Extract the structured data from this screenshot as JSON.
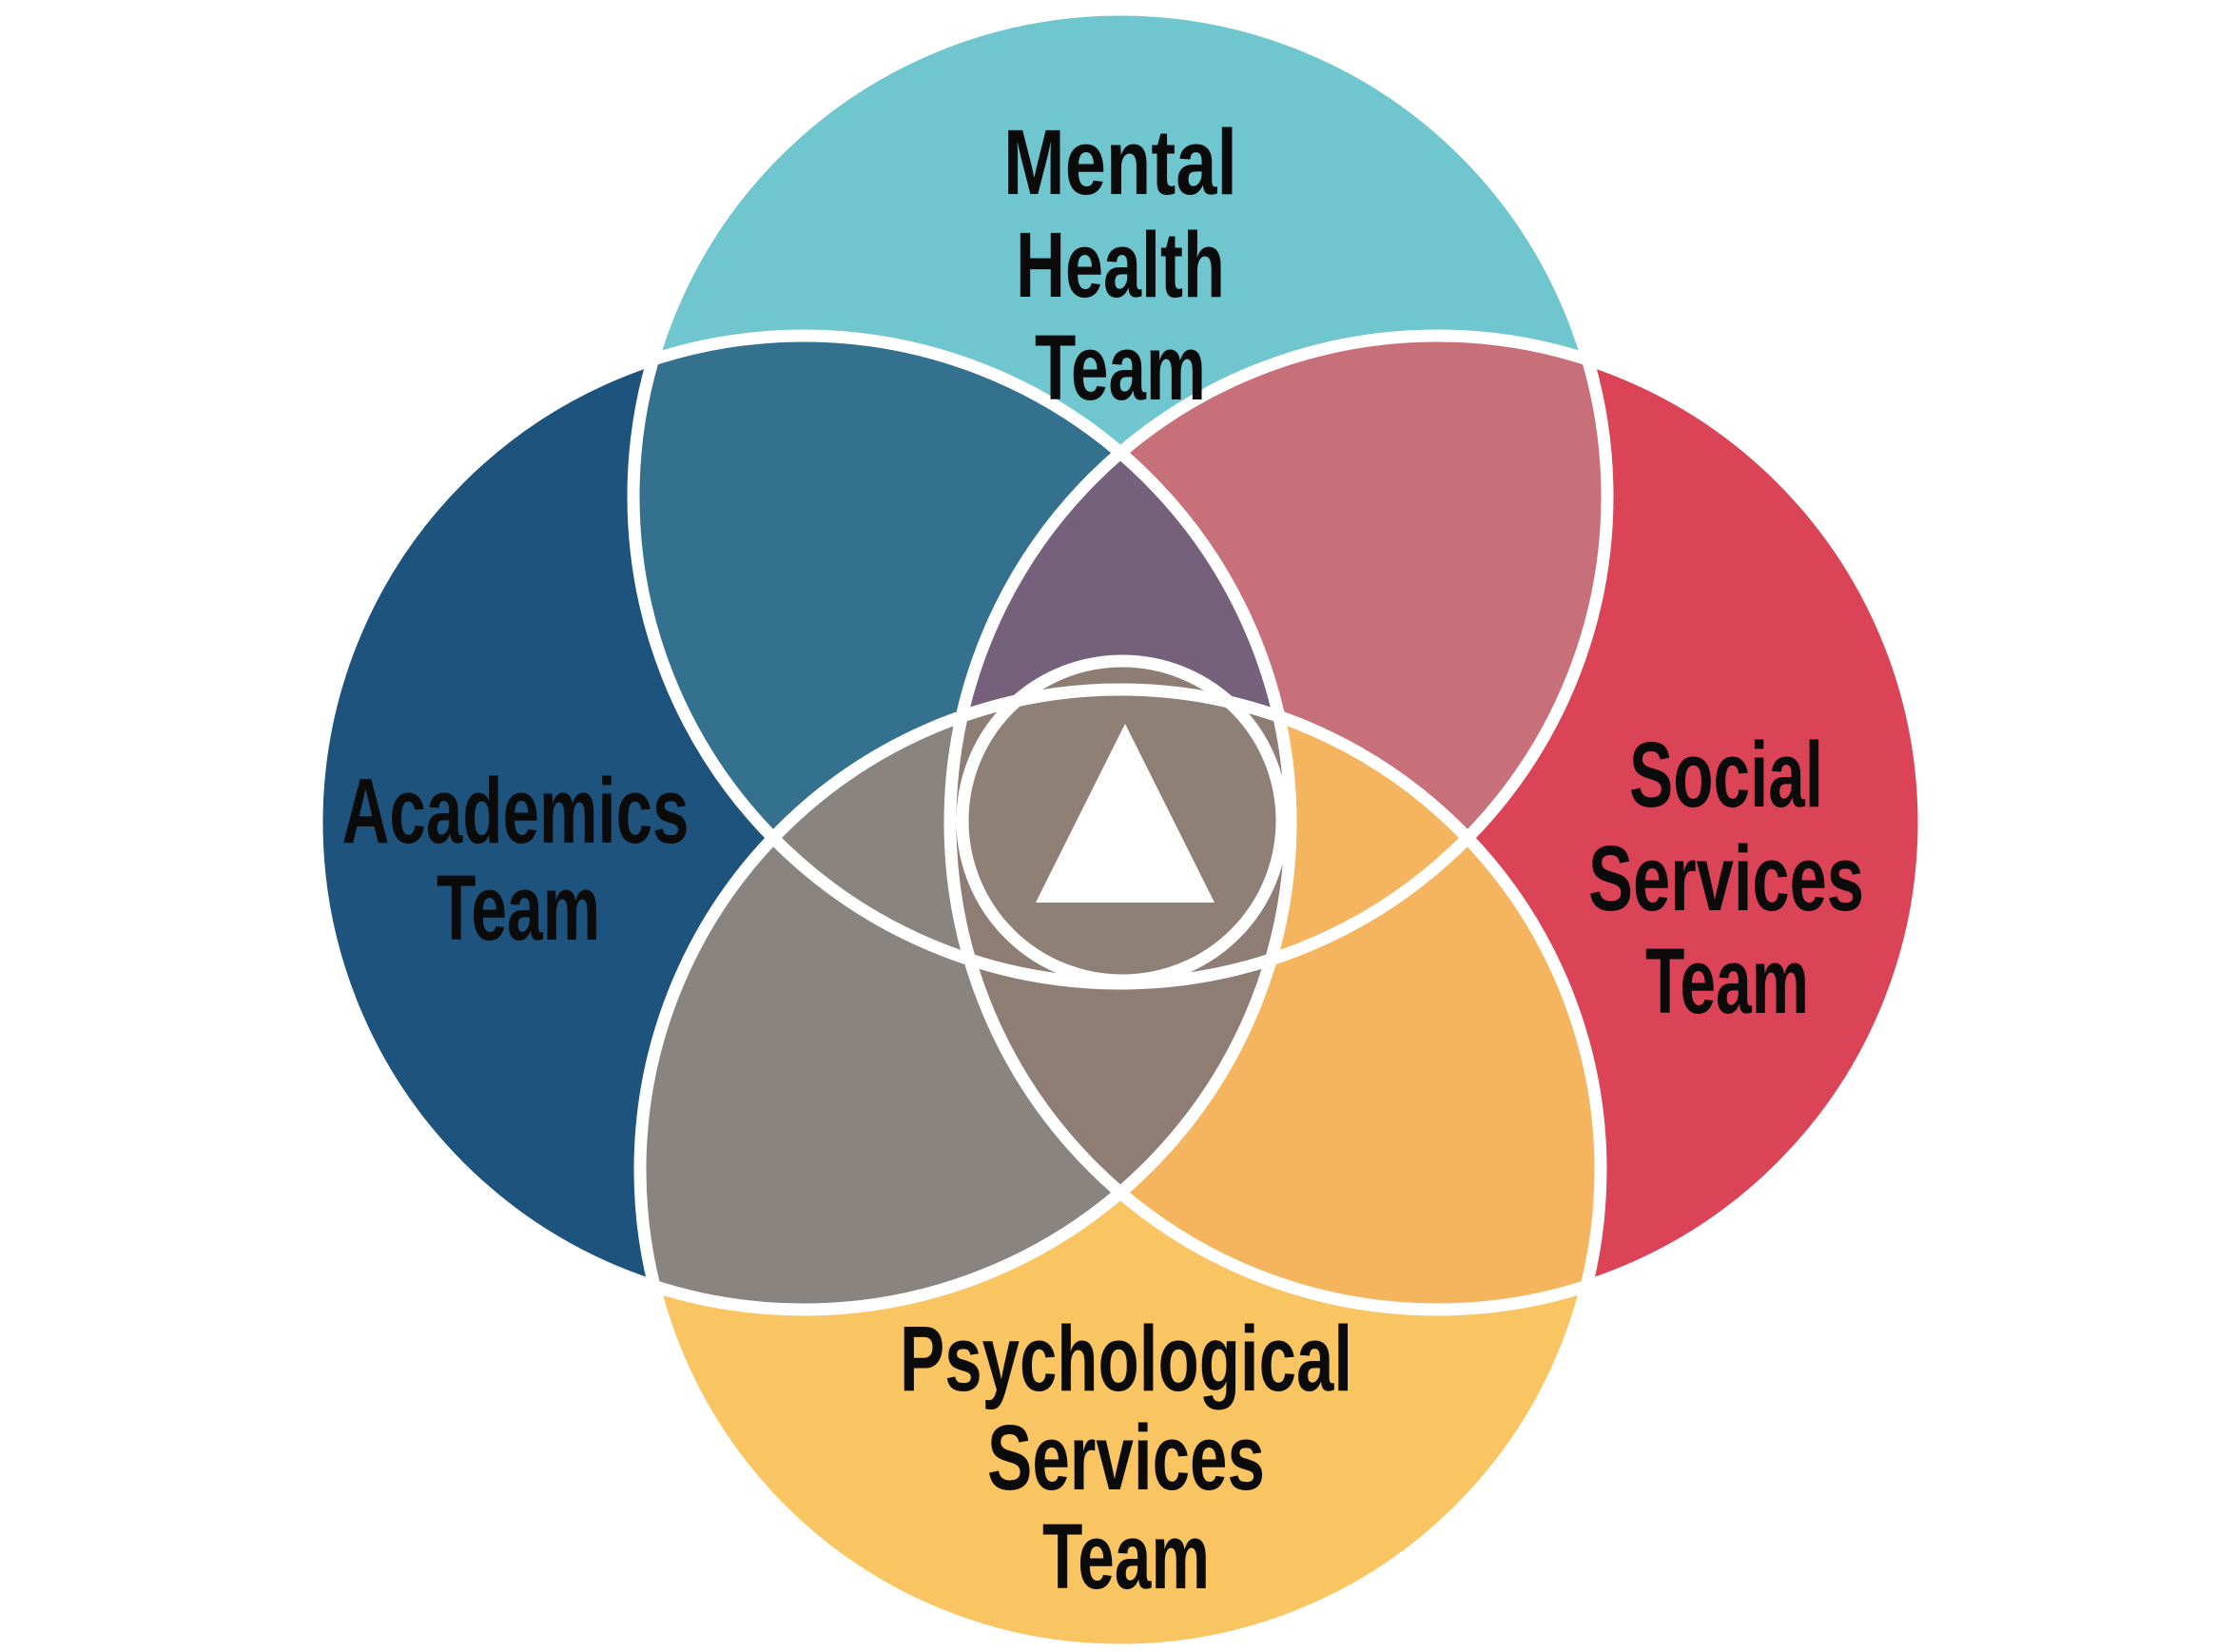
{
  "diagram": {
    "type": "venn-4-circle",
    "background": "#FFFFFF",
    "outline_color": "#FFFFFF",
    "text_color": "#0B0B0B",
    "sets": {
      "top": {
        "label": "Mental Health Team",
        "lines": [
          "Mental",
          "Health",
          "Team"
        ],
        "color": "#6FC6CF"
      },
      "left": {
        "label": "Academics Team",
        "lines": [
          "Academics",
          "Team"
        ],
        "color": "#1E537E"
      },
      "right": {
        "label": "Social Services Team",
        "lines": [
          "Social",
          "Services",
          "Team"
        ],
        "color": "#DB4457"
      },
      "bottom": {
        "label": "Psychological Services Team",
        "lines": [
          "Psychological",
          "Services",
          "Team"
        ],
        "color": "#F9C462"
      }
    },
    "overlaps": {
      "top_left": "#33718F",
      "top_right": "#C7707A",
      "bottom_left": "#8A8480",
      "bottom_right": "#F4B55E",
      "top_left_right": "#75617B",
      "bottom_left_right": "#8D7D74",
      "center": "#8F8077"
    },
    "center_symbol": {
      "shape": "triangle",
      "color": "#FFFFFF"
    }
  }
}
